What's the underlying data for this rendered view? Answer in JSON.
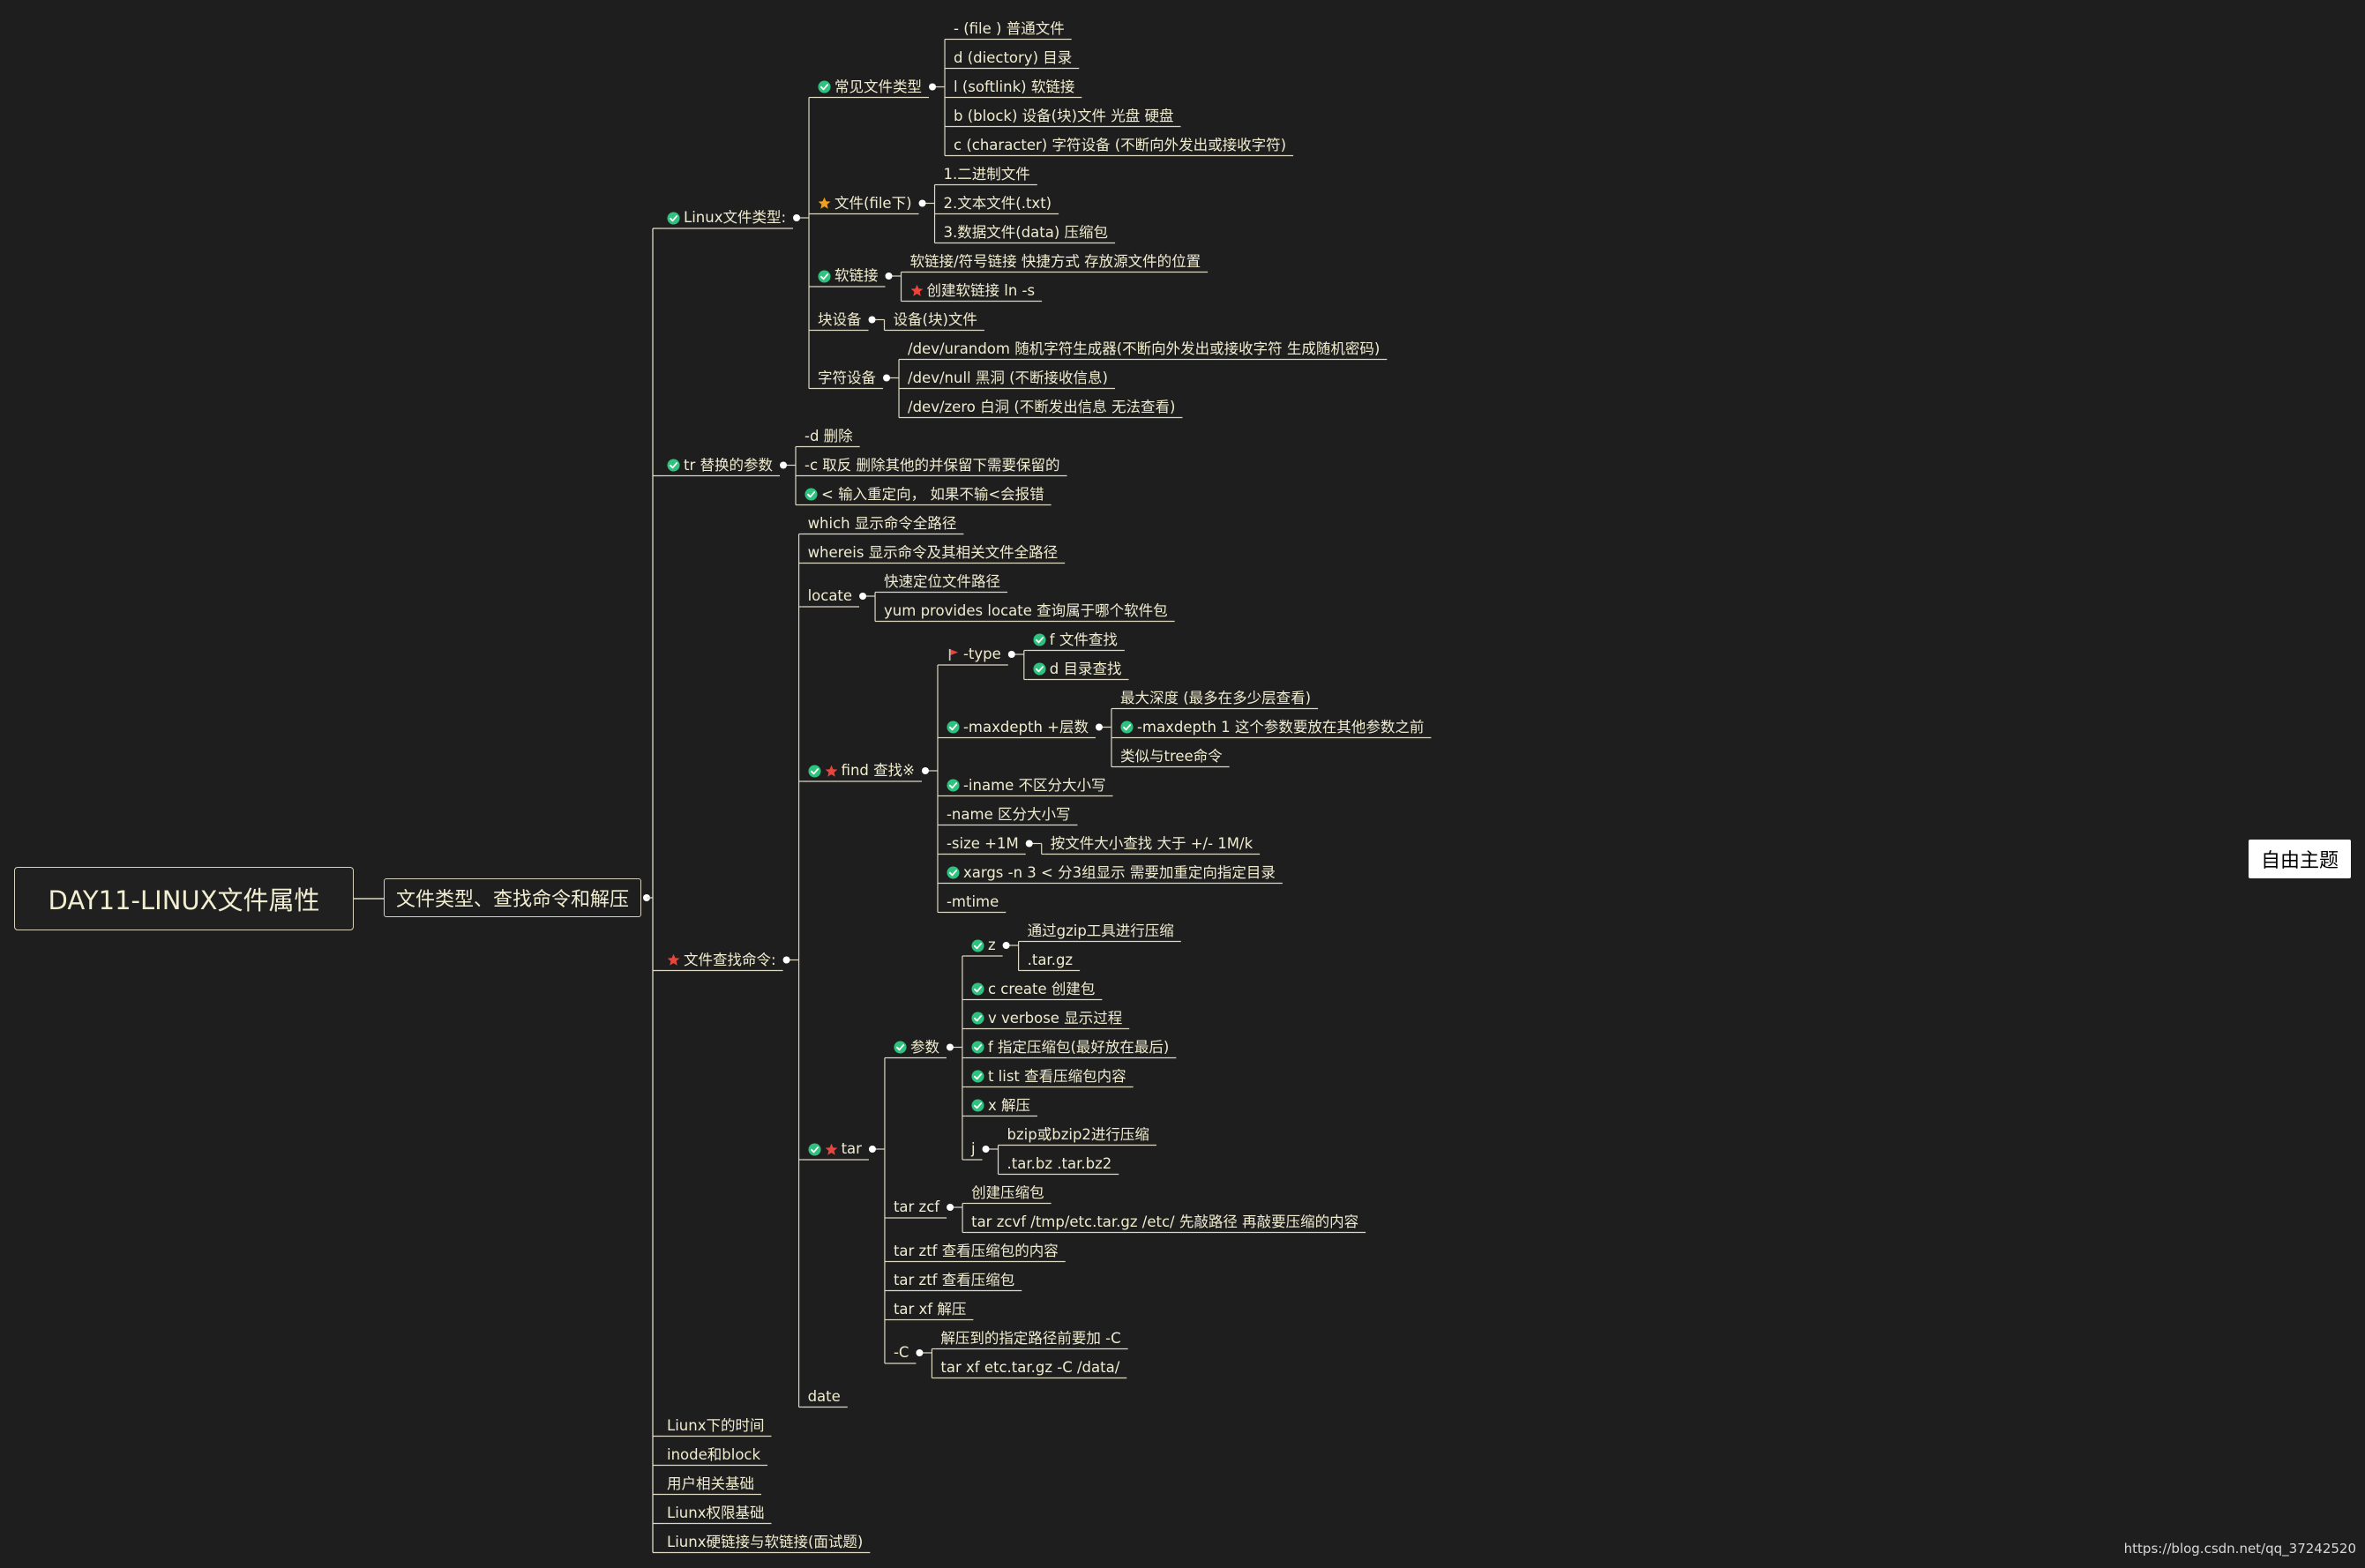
{
  "root": {
    "label": "DAY11-LINUX文件属性"
  },
  "main_topic": {
    "label": "文件类型、查找命令和解压"
  },
  "free_topic": {
    "label": "自由主题"
  },
  "watermark": "https://blog.csdn.net/qq_37242520",
  "colors": {
    "background": "#1e1e1e",
    "line": "#ddd9c4",
    "text": "#f0ecd0",
    "check_icon": "#2ec27e",
    "star_icon_red": "#e8453c",
    "star_icon_orange": "#f0a020",
    "flag_icon": "#e8453c"
  },
  "tree": {
    "label": "文件类型、查找命令和解压",
    "children": [
      {
        "label": "Linux文件类型:",
        "icon": "check-icon",
        "children": [
          {
            "label": "常见文件类型",
            "icon": "check-icon",
            "children": [
              {
                "label": "-  (file )    普通文件"
              },
              {
                "label": "d  (diectory)  目录"
              },
              {
                "label": "l  (softlink)  软链接"
              },
              {
                "label": "b  (block)     设备(块)文件 光盘 硬盘"
              },
              {
                "label": "c  (character) 字符设备 (不断向外发出或接收字符)"
              }
            ]
          },
          {
            "label": "文件(file下)",
            "icon": "star-orange-icon",
            "children": [
              {
                "label": "1.二进制文件"
              },
              {
                "label": "2.文本文件(.txt)"
              },
              {
                "label": "3.数据文件(data) 压缩包"
              }
            ]
          },
          {
            "label": "软链接",
            "icon": "check-icon",
            "children": [
              {
                "label": "软链接/符号链接 快捷方式 存放源文件的位置"
              },
              {
                "label": "创建软链接  ln -s",
                "icon": "star-red-icon"
              }
            ]
          },
          {
            "label": "块设备",
            "children": [
              {
                "label": "设备(块)文件"
              }
            ]
          },
          {
            "label": "字符设备",
            "children": [
              {
                "label": "/dev/urandom   随机字符生成器(不断向外发出或接收字符 生成随机密码)"
              },
              {
                "label": "/dev/null      黑洞 (不断接收信息)"
              },
              {
                "label": "/dev/zero      白洞 (不断发出信息 无法查看)"
              }
            ]
          }
        ]
      },
      {
        "label": "tr 替换的参数",
        "icon": "check-icon",
        "children": [
          {
            "label": "-d  删除"
          },
          {
            "label": "-c  取反 删除其他的并保留下需要保留的"
          },
          {
            "label": "< 输入重定向，  如果不输<会报错",
            "icon": "check-icon"
          }
        ]
      },
      {
        "label": "文件查找命令:",
        "icon": "star-red-icon",
        "children": [
          {
            "label": "which 显示命令全路径"
          },
          {
            "label": "whereis 显示命令及其相关文件全路径"
          },
          {
            "label": "locate",
            "children": [
              {
                "label": "快速定位文件路径"
              },
              {
                "label": "yum provides locate  查询属于哪个软件包"
              }
            ]
          },
          {
            "label": "find 查找※",
            "icon": "check-star-icon",
            "children": [
              {
                "label": "-type",
                "icon": "flag-icon",
                "children": [
                  {
                    "label": "f  文件查找",
                    "icon": "check-icon"
                  },
                  {
                    "label": "d 目录查找",
                    "icon": "check-icon"
                  }
                ]
              },
              {
                "label": "-maxdepth +层数",
                "icon": "check-icon",
                "children": [
                  {
                    "label": "最大深度 (最多在多少层查看)"
                  },
                  {
                    "label": "-maxdepth 1 这个参数要放在其他参数之前",
                    "icon": "check-icon"
                  },
                  {
                    "label": "类似与tree命令"
                  }
                ]
              },
              {
                "label": "-iname  不区分大小写",
                "icon": "check-icon"
              },
              {
                "label": "-name    区分大小写"
              },
              {
                "label": "-size +1M",
                "children": [
                  {
                    "label": "按文件大小查找  大于 +/- 1M/k"
                  }
                ]
              },
              {
                "label": "xargs -n 3 <  分3组显示 需要加重定向指定目录",
                "icon": "check-icon"
              },
              {
                "label": "-mtime"
              }
            ]
          },
          {
            "label": "tar",
            "icon": "check-star-icon",
            "children": [
              {
                "label": "参数",
                "icon": "check-icon",
                "children": [
                  {
                    "label": "z",
                    "icon": "check-icon",
                    "children": [
                      {
                        "label": "通过gzip工具进行压缩"
                      },
                      {
                        "label": ".tar.gz"
                      }
                    ]
                  },
                  {
                    "label": "c   create  创建包",
                    "icon": "check-icon"
                  },
                  {
                    "label": "v   verbose 显示过程",
                    "icon": "check-icon"
                  },
                  {
                    "label": "f   指定压缩包(最好放在最后)",
                    "icon": "check-icon"
                  },
                  {
                    "label": "t   list  查看压缩包内容",
                    "icon": "check-icon"
                  },
                  {
                    "label": "x   解压",
                    "icon": "check-icon"
                  },
                  {
                    "label": "j",
                    "children": [
                      {
                        "label": "bzip或bzip2进行压缩"
                      },
                      {
                        "label": ".tar.bz .tar.bz2"
                      }
                    ]
                  }
                ]
              },
              {
                "label": "tar zcf",
                "children": [
                  {
                    "label": "创建压缩包"
                  },
                  {
                    "label": "tar zcvf /tmp/etc.tar.gz  /etc/ 先敲路径 再敲要压缩的内容"
                  }
                ]
              },
              {
                "label": "tar ztf  查看压缩包的内容"
              },
              {
                "label": "tar ztf  查看压缩包"
              },
              {
                "label": "tar xf  解压"
              },
              {
                "label": "-C",
                "children": [
                  {
                    "label": "解压到的指定路径前要加 -C"
                  },
                  {
                    "label": "tar xf etc.tar.gz -C /data/"
                  }
                ]
              }
            ]
          },
          {
            "label": "date"
          }
        ]
      },
      {
        "label": "Liunx下的时间"
      },
      {
        "label": "inode和block"
      },
      {
        "label": "用户相关基础"
      },
      {
        "label": "Liunx权限基础"
      },
      {
        "label": "Liunx硬链接与软链接(面试题)"
      }
    ]
  }
}
